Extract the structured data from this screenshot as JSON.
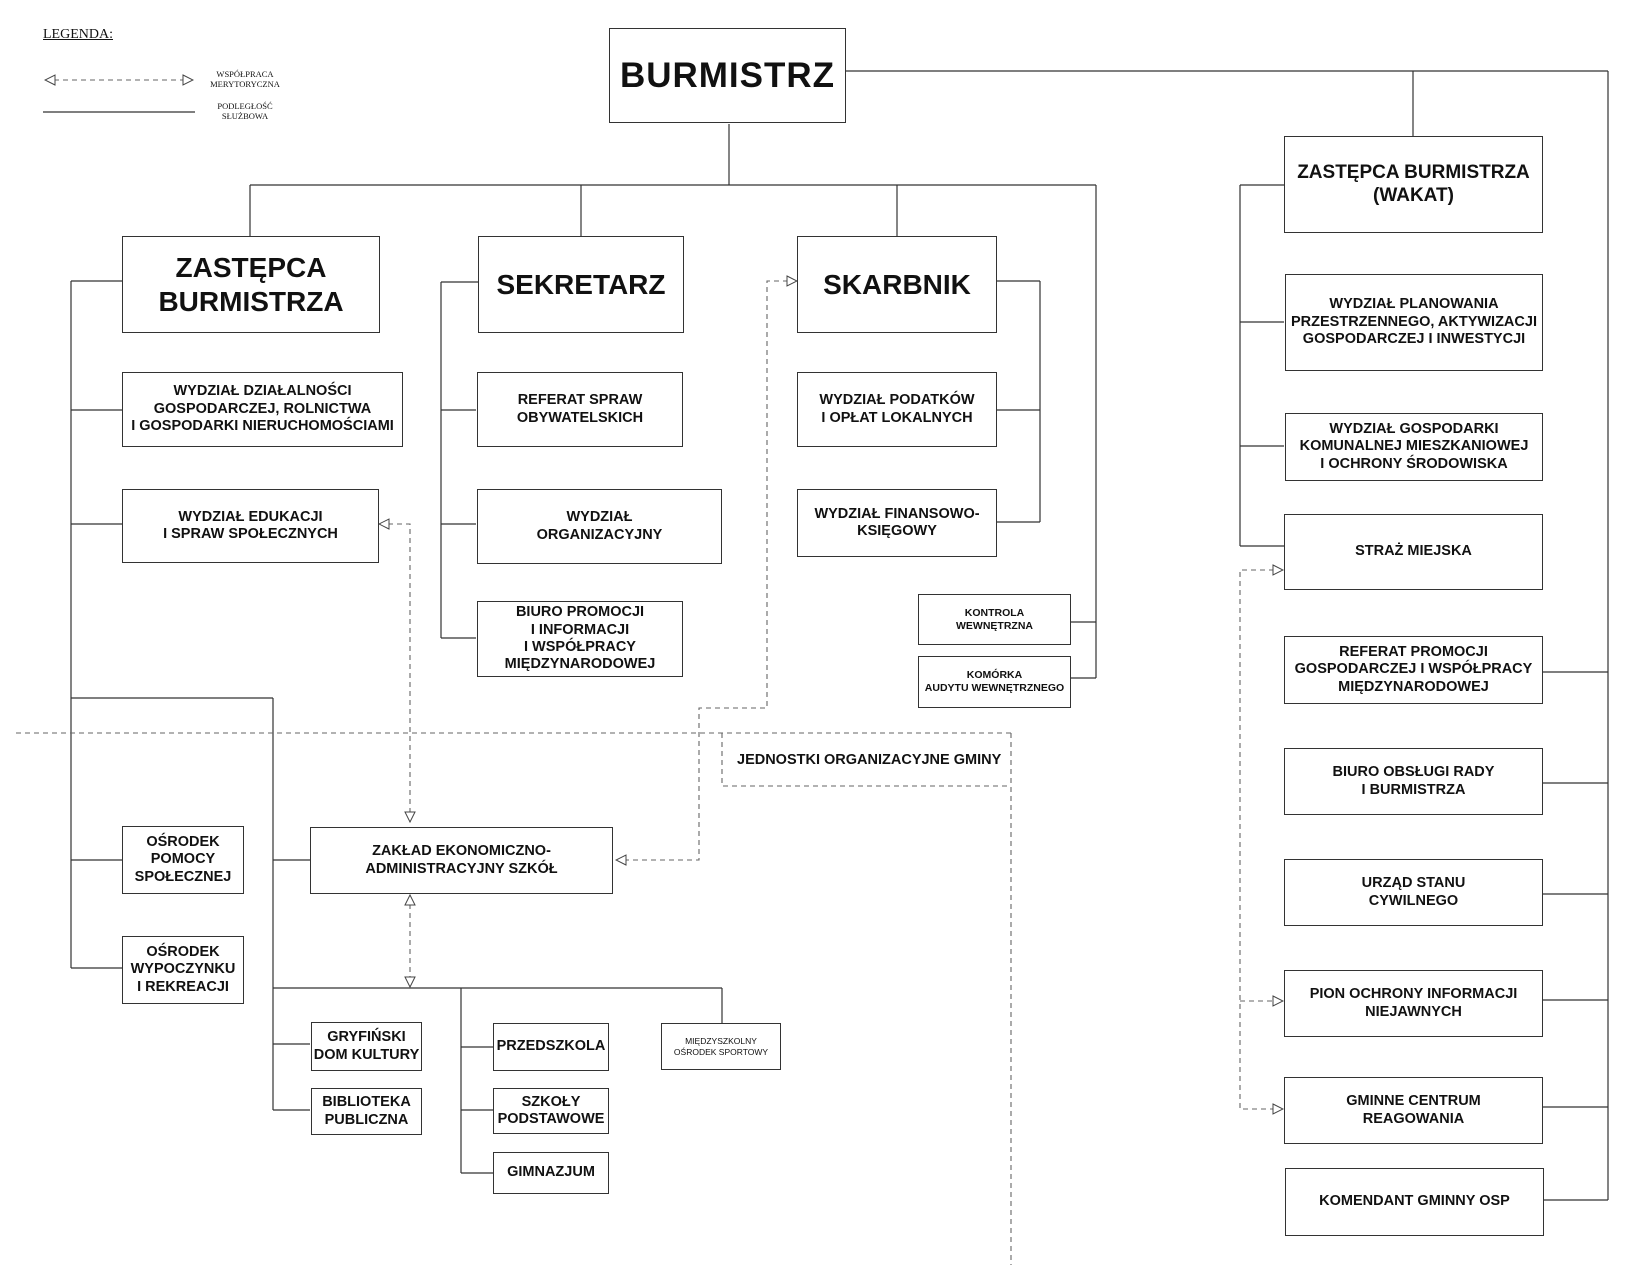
{
  "legend": {
    "title": "LEGENDA:",
    "cooperation": "WSPÓŁPRACA\nMERYTORYCZNA",
    "subordination": "PODLEGŁOŚĆ\nSŁUŻBOWA"
  },
  "burmistrz": "BURMISTRZ",
  "zastepca": "ZASTĘPCA\nBURMISTRZA",
  "sekretarz": "SEKRETARZ",
  "skarbnik": "SKARBNIK",
  "zastepca_wakat": "ZASTĘPCA BURMISTRZA\n(WAKAT)",
  "units": {
    "wydzial_dzialalnosci": "WYDZIAŁ DZIAŁALNOŚCI\nGOSPODARCZEJ, ROLNICTWA\nI GOSPODARKI NIERUCHOMOŚCIAMI",
    "wydzial_edukacji": "WYDZIAŁ EDUKACJI\nI SPRAW SPOŁECZNYCH",
    "referat_spraw": "REFERAT SPRAW\nOBYWATELSKICH",
    "wydzial_organizacyjny": "WYDZIAŁ\nORGANIZACYJNY",
    "biuro_promocji": "BIURO PROMOCJI\nI INFORMACJI\nI WSPÓŁPRACY\nMIĘDZYNARODOWEJ",
    "wydzial_podatkow": "WYDZIAŁ PODATKÓW\nI OPŁAT LOKALNYCH",
    "wydzial_finansowo": "WYDZIAŁ FINANSOWO-\nKSIĘGOWY",
    "kontrola": "KONTROLA\nWEWNĘTRZNA",
    "komorka": "KOMÓRKA\nAUDYTU WEWNĘTRZNEGO",
    "wydzial_planowania": "WYDZIAŁ PLANOWANIA\nPRZESTRZENNEGO, AKTYWIZACJI\nGOSPODARCZEJ I INWESTYCJI",
    "wydzial_gospodarki": "WYDZIAŁ GOSPODARKI\nKOMUNALNEJ MIESZKANIOWEJ\nI OCHRONY ŚRODOWISKA",
    "straz": "STRAŻ MIEJSKA",
    "referat_promocji": "REFERAT PROMOCJI\nGOSPODARCZEJ I WSPÓŁPRACY\nMIĘDZYNARODOWEJ",
    "biuro_obslugi": "BIURO OBSŁUGI RADY\nI BURMISTRZA",
    "usc": "URZĄD STANU\nCYWILNEGO",
    "pion": "PION OCHRONY INFORMACJI\nNIEJAWNYCH",
    "gcr": "GMINNE CENTRUM\nREAGOWANIA",
    "komendant": "KOMENDANT GMINNY OSP",
    "jednostki": "JEDNOSTKI ORGANIZACYJNE GMINY",
    "ops": "OŚRODEK\nPOMOCY\nSPOŁECZNEJ",
    "owr": "OŚRODEK\nWYPOCZYNKU\nI REKREACJI",
    "zeas": "ZAKŁAD EKONOMICZNO-\nADMINISTRACYJNY SZKÓŁ",
    "gdk": "GRYFIŃSKI\nDOM KULTURY",
    "biblioteka": "BIBLIOTEKA\nPUBLICZNA",
    "przedszkola": "PRZEDSZKOLA",
    "szkoly": "SZKOŁY\nPODSTAWOWE",
    "gimnazjum": "GIMNAZJUM",
    "mos": "MIĘDZYSZKOLNY\nOŚRODEK SPORTOWY"
  }
}
